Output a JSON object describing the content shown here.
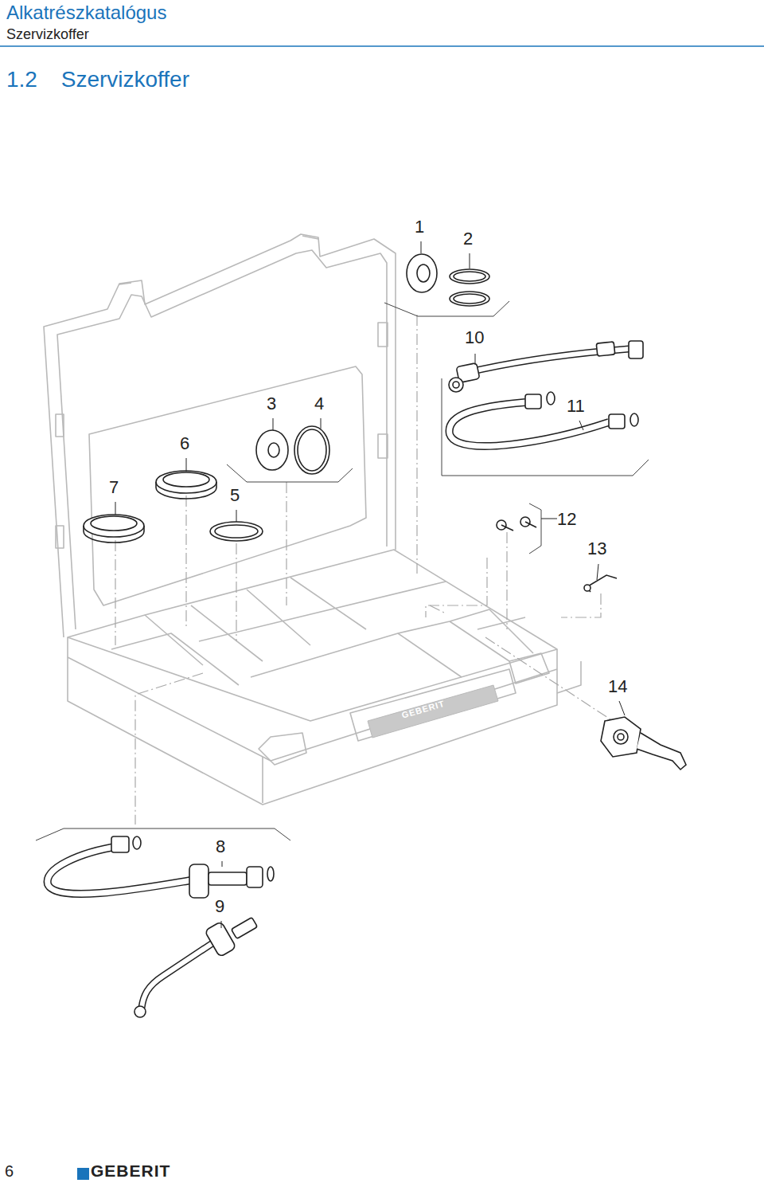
{
  "diagram": {
    "title": "1.2 Szervizkoffer",
    "labels": [
      "Alkatrészkatalógus",
      "Szervizkoffer",
      "1",
      "2",
      "10",
      "3",
      "4",
      "11",
      "6",
      "7",
      "5",
      "12",
      "13",
      "14",
      "GEBERIT",
      "8",
      "9",
      "6",
      "GEBERIT"
    ]
  }
}
